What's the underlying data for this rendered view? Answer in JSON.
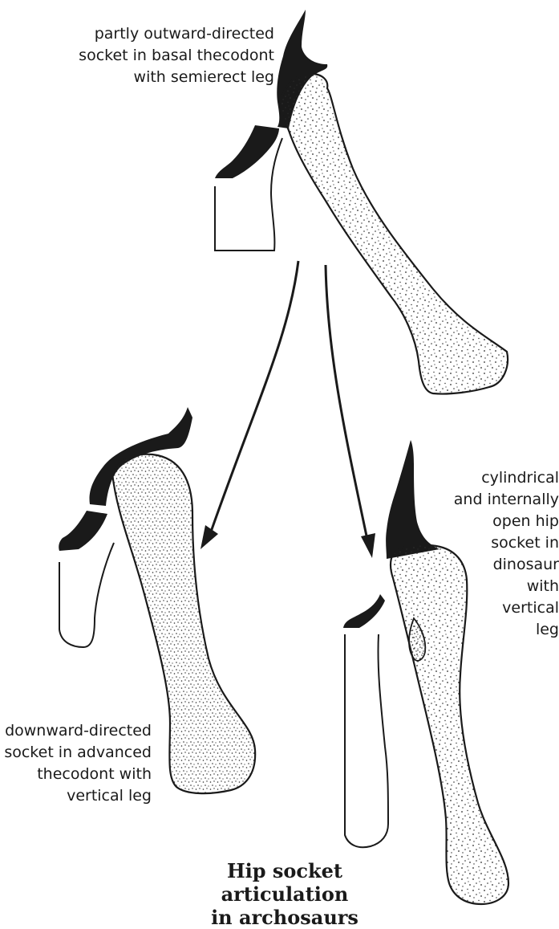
{
  "labels": {
    "top": [
      "partly outward-directed",
      "socket in basal thecodont",
      "with semierect leg"
    ],
    "left": [
      "downward-directed",
      "socket in advanced",
      "thecodont with",
      "vertical leg"
    ],
    "right": [
      "cylindrical",
      "and internally",
      "open hip",
      "socket in",
      "dinosaur",
      "with",
      "vertical",
      "leg"
    ]
  },
  "caption": {
    "line1": "Hip socket articulation",
    "line2": "in archosaurs"
  },
  "colors": {
    "ink": "#1a1a1a",
    "bone_fill": "#ffffff",
    "stipple": "#2a2a2a"
  }
}
